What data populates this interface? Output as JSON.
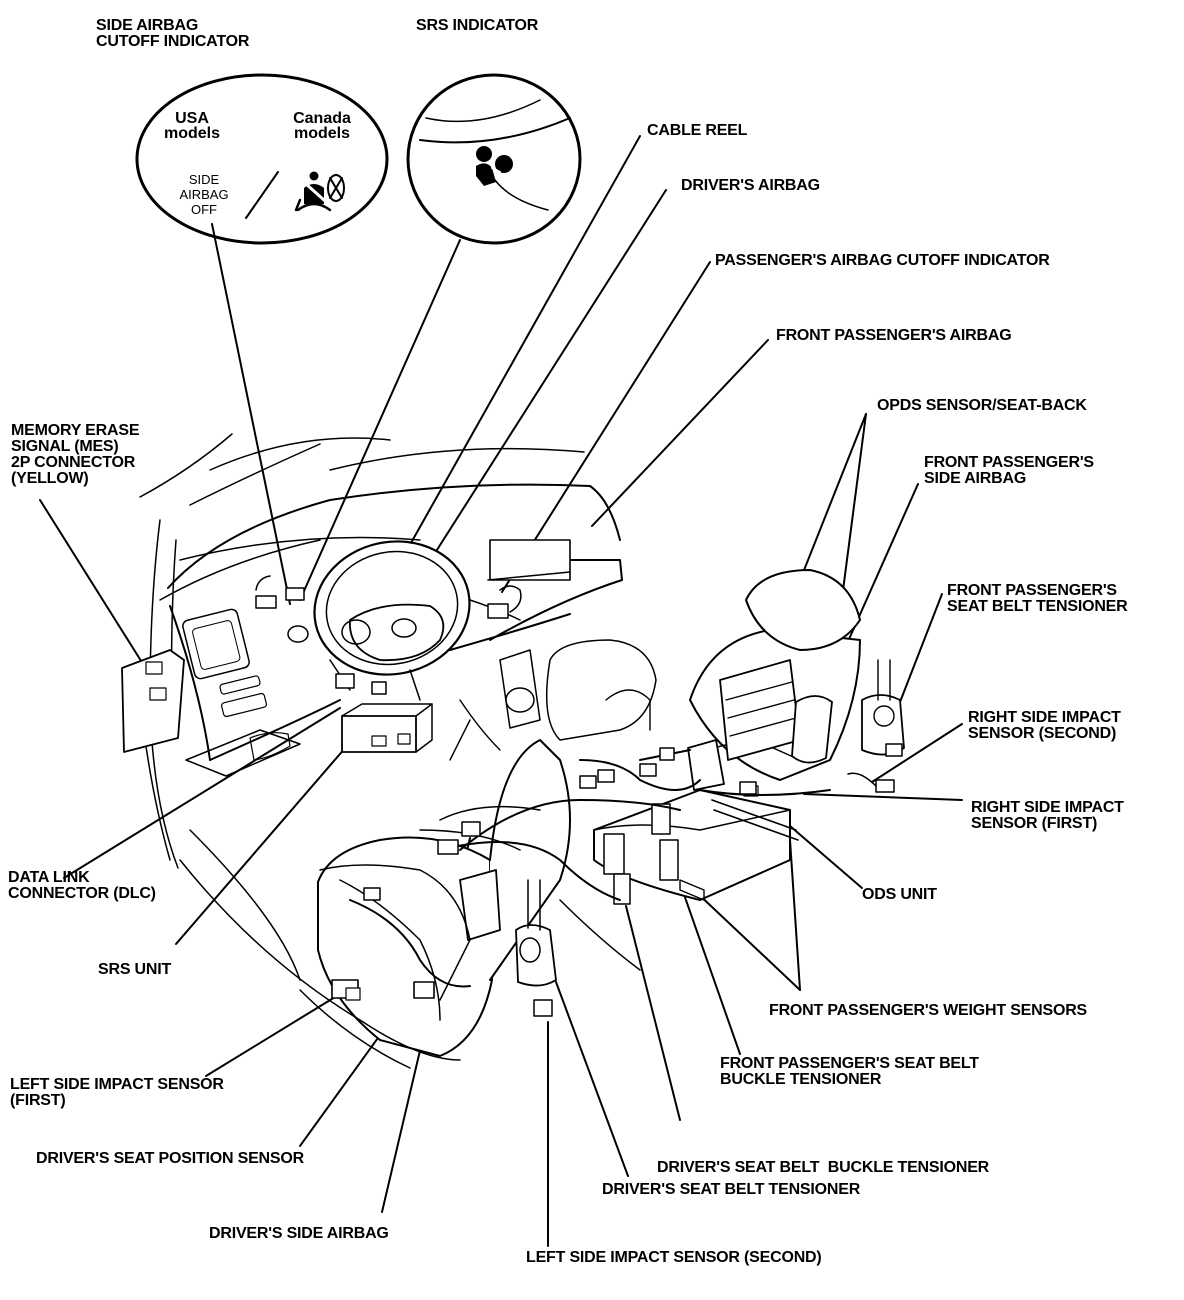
{
  "insets": {
    "side_airbag": {
      "usa": [
        "USA",
        "models"
      ],
      "canada": [
        "Canada",
        "models"
      ],
      "indicator_text": [
        "SIDE",
        "AIRBAG",
        "OFF"
      ],
      "icon": "seatbelt-airbag-off-icon"
    },
    "srs": {
      "icon": "airbag-person-icon"
    }
  },
  "labels": {
    "side_airbag_cutoff": [
      "SIDE AIRBAG",
      "CUTOFF INDICATOR"
    ],
    "srs_indicator": [
      "SRS INDICATOR"
    ],
    "cable_reel": [
      "CABLE REEL"
    ],
    "drivers_airbag": [
      "DRIVER'S AIRBAG"
    ],
    "pass_airbag_cutoff": [
      "PASSENGER'S AIRBAG CUTOFF INDICATOR"
    ],
    "front_pass_airbag": [
      "FRONT PASSENGER'S AIRBAG"
    ],
    "opds": [
      "OPDS SENSOR/SEAT-BACK"
    ],
    "front_pass_side_airbag": [
      "FRONT PASSENGER'S",
      "SIDE AIRBAG"
    ],
    "front_pass_tensioner": [
      "FRONT PASSENGER'S",
      "SEAT BELT TENSIONER"
    ],
    "right_second": [
      "RIGHT SIDE IMPACT",
      "SENSOR (SECOND)"
    ],
    "right_first": [
      "RIGHT SIDE IMPACT",
      "SENSOR (FIRST)"
    ],
    "ods_unit": [
      "ODS UNIT"
    ],
    "weight_sensors": [
      "FRONT PASSENGER'S WEIGHT SENSORS"
    ],
    "pass_buckle": [
      "FRONT PASSENGER'S SEAT BELT",
      "BUCKLE TENSIONER"
    ],
    "driver_buckle": [
      "DRIVER'S SEAT BELT  BUCKLE TENSIONER"
    ],
    "driver_tensioner": [
      "DRIVER'S SEAT BELT TENSIONER"
    ],
    "left_second": [
      "LEFT SIDE IMPACT SENSOR (SECOND)"
    ],
    "driver_side_airbag": [
      "DRIVER'S SIDE AIRBAG"
    ],
    "driver_seat_position": [
      "DRIVER'S SEAT POSITION SENSOR"
    ],
    "left_first": [
      "LEFT SIDE IMPACT SENSOR",
      "(FIRST)"
    ],
    "srs_unit": [
      "SRS UNIT"
    ],
    "dlc": [
      "DATA LINK",
      "CONNECTOR (DLC)"
    ],
    "mes": [
      "MEMORY ERASE",
      "SIGNAL (MES)",
      "2P CONNECTOR",
      "(YELLOW)"
    ]
  }
}
